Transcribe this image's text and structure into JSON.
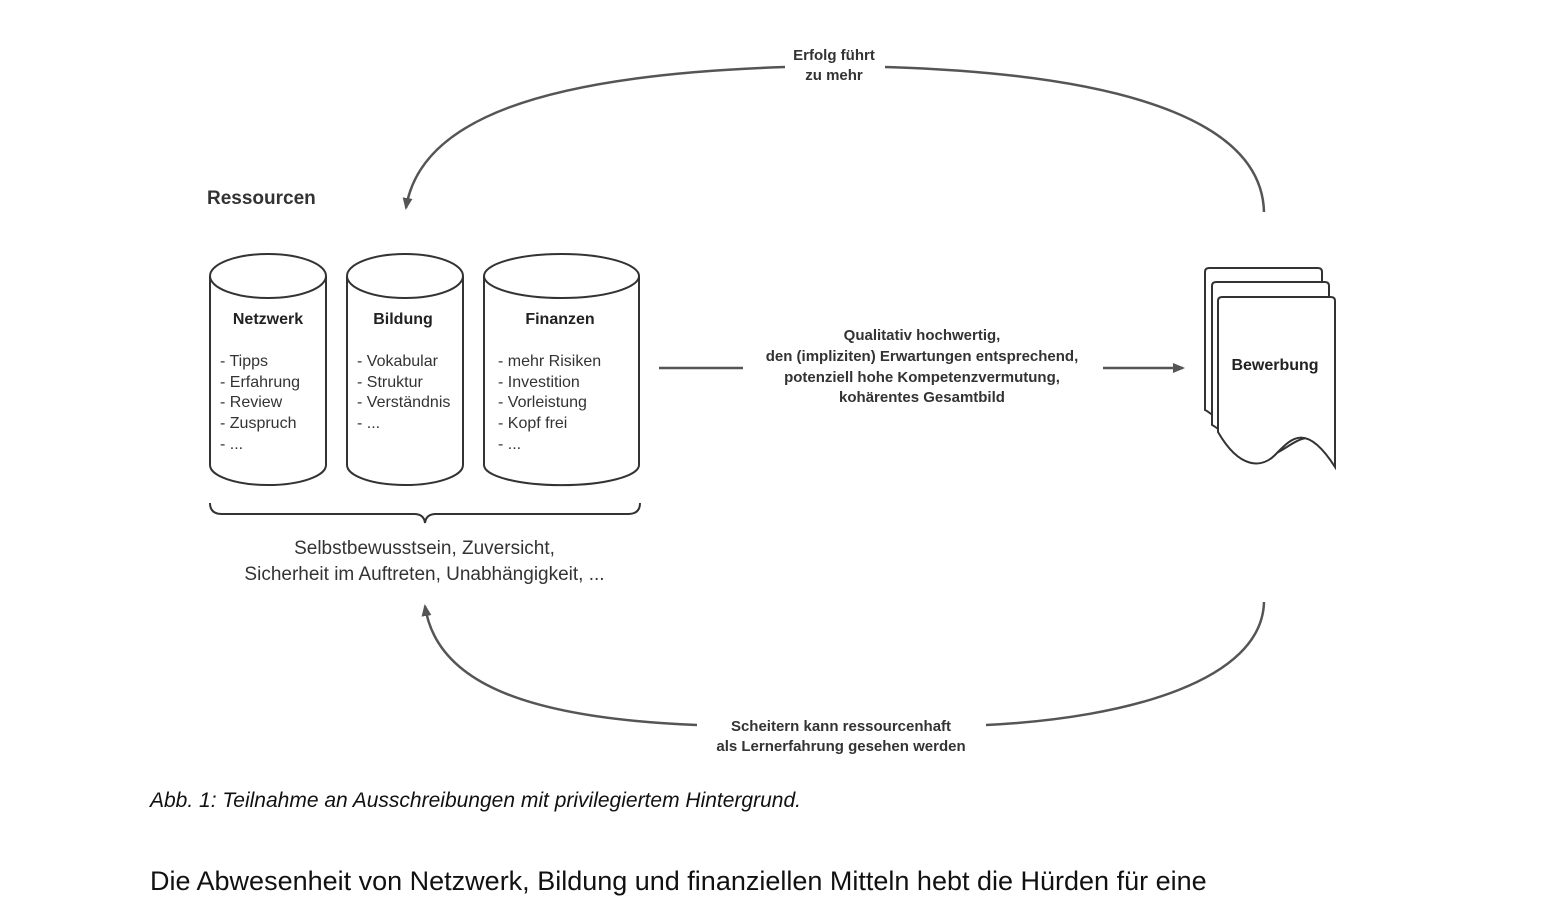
{
  "diagram": {
    "resources_title": "Ressourcen",
    "cylinders": [
      {
        "title": "Netzwerk",
        "items": [
          "- Tipps",
          "- Erfahrung",
          "- Review",
          "- Zuspruch",
          "- ..."
        ]
      },
      {
        "title": "Bildung",
        "items": [
          "- Vokabular",
          "- Struktur",
          "- Verständnis",
          "- ..."
        ]
      },
      {
        "title": "Finanzen",
        "items": [
          "- mehr Risiken",
          "- Investition",
          "- Vorleistung",
          "- Kopf frei",
          "- ..."
        ]
      }
    ],
    "brace_text": [
      "Selbstbewusstsein, Zuversicht,",
      "Sicherheit im Auftreten, Unabhängigkeit, ..."
    ],
    "middle_arrow_label": [
      "Qualitativ hochwertig,",
      "den (impliziten) Erwartungen entsprechend,",
      "potenziell hohe Kompetenzvermutung,",
      "kohärentes Gesamtbild"
    ],
    "document_label": "Bewerbung",
    "top_arrow_label": [
      "Erfolg führt",
      "zu mehr"
    ],
    "bottom_arrow_label": [
      "Scheitern kann ressourcenhaft",
      "als Lernerfahrung gesehen werden"
    ]
  },
  "caption": "Abb. 1: Teilnahme an Ausschreibungen mit privilegiertem Hintergrund.",
  "paragraph": "Die Abwesenheit von Netzwerk, Bildung und finanziellen Mitteln hebt die Hürden für eine"
}
